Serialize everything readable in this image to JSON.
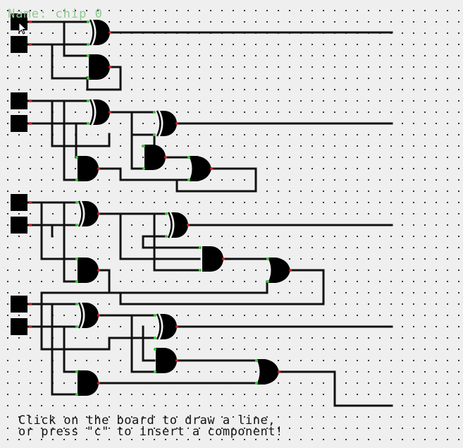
{
  "chip": {
    "name": "Name: chip 0"
  },
  "help": {
    "line1": "Click on the board to draw a line,",
    "line2": "or press \"c\" to insert a component!"
  },
  "icons": {
    "cursor": "arrow-cursor-icon"
  },
  "colors": {
    "background": "#efefef",
    "wire": "#111111",
    "gate": "#000000",
    "output_pin": "#cc2222",
    "input_pin": "#33cc33",
    "chip_name": "#8fc98f"
  }
}
